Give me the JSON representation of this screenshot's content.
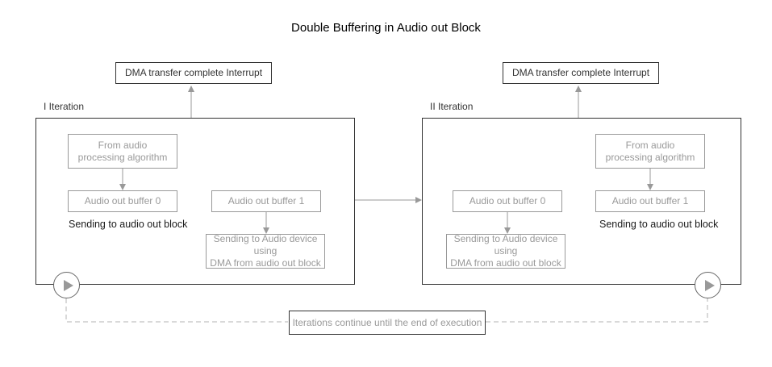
{
  "title": "Double Buffering in Audio out Block",
  "colors": {
    "background": "#ffffff",
    "dark_border": "#333333",
    "gray_border": "#999999",
    "gray_text": "#999999",
    "arrow": "#999999",
    "dashed_line": "#b3b3b3"
  },
  "icons": {
    "play": "triangle-right"
  },
  "iterations": [
    {
      "label": "I Iteration",
      "interrupt_label": "DMA transfer complete Interrupt",
      "from_audio_line1": "From audio",
      "from_audio_line2": "processing algorithm",
      "buffer0_label": "Audio out buffer 0",
      "buffer1_label": "Audio out buffer 1",
      "sending_block_label": "Sending to audio out block",
      "sending_dma_line1": "Sending to Audio device using",
      "sending_dma_line2": "DMA from audio out block"
    },
    {
      "label": "II Iteration",
      "interrupt_label": "DMA transfer complete Interrupt",
      "from_audio_line1": "From audio",
      "from_audio_line2": "processing algorithm",
      "buffer0_label": "Audio out buffer 0",
      "buffer1_label": "Audio out buffer 1",
      "sending_block_label": "Sending to audio out block",
      "sending_dma_line1": "Sending to Audio device using",
      "sending_dma_line2": "DMA from audio out block"
    }
  ],
  "footer_note": "Iterations continue until the end of execution"
}
